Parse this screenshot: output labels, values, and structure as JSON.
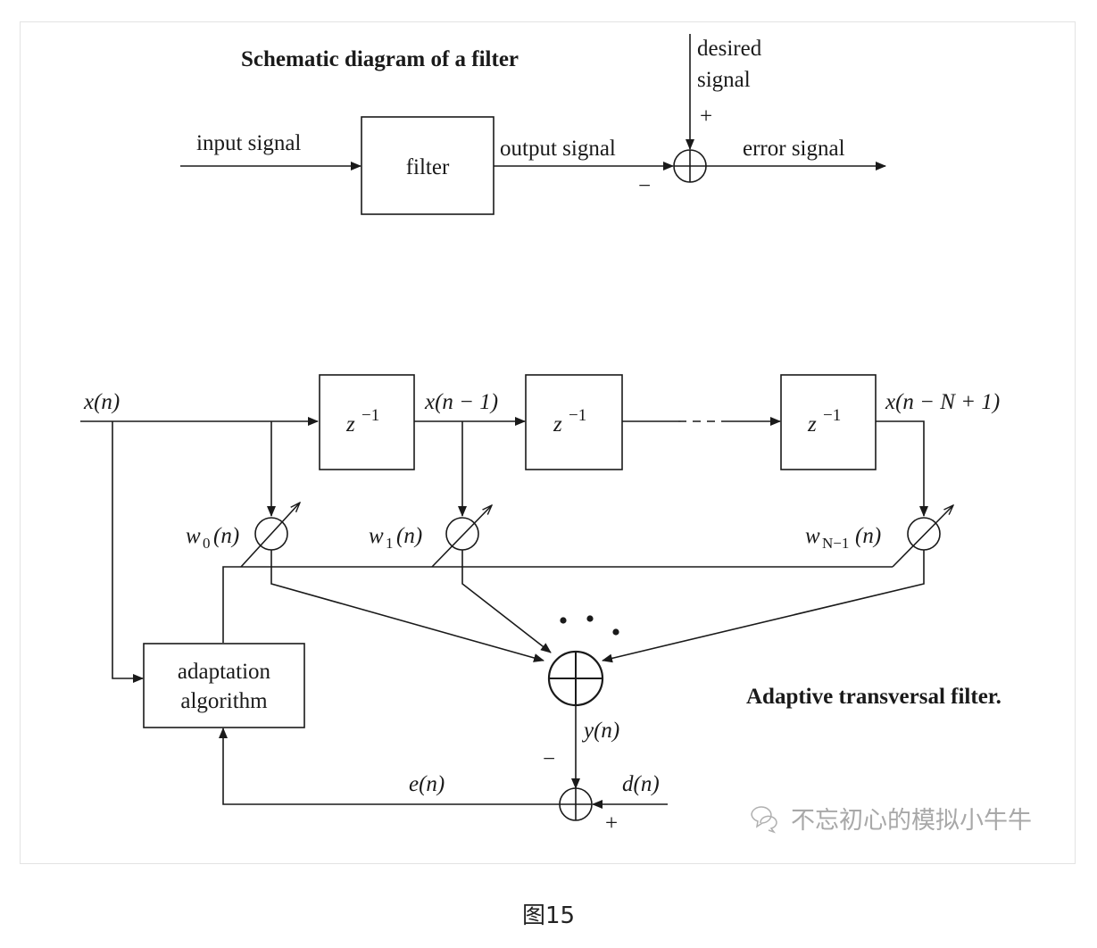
{
  "top_diagram": {
    "title": "Schematic diagram of a filter",
    "input_label": "input signal",
    "filter_label": "filter",
    "output_label": "output signal",
    "desired_label_line1": "desired",
    "desired_label_line2": "signal",
    "plus_sign": "+",
    "minus_sign": "−",
    "error_label": "error signal"
  },
  "bottom_diagram": {
    "title": "Adaptive transversal filter.",
    "x_n": "x(n)",
    "x_n_1": "x(n − 1)",
    "x_n_N_1": "x(n − N + 1)",
    "delay_base": "z",
    "delay_exp": "−1",
    "w0_base": "w",
    "w0_sub": "0",
    "w0_arg": "(n)",
    "w1_base": "w",
    "w1_sub": "1",
    "w1_arg": "(n)",
    "wN_base": "w",
    "wN_sub": "N−1",
    "wN_arg": "(n)",
    "adapt_line1": "adaptation",
    "adapt_line2": "algorithm",
    "y_n": "y(n)",
    "e_n": "e(n)",
    "d_n": "d(n)",
    "minus_sign": "−",
    "plus_sign": "+"
  },
  "watermark": "不忘初心的模拟小牛牛",
  "caption": "图15"
}
